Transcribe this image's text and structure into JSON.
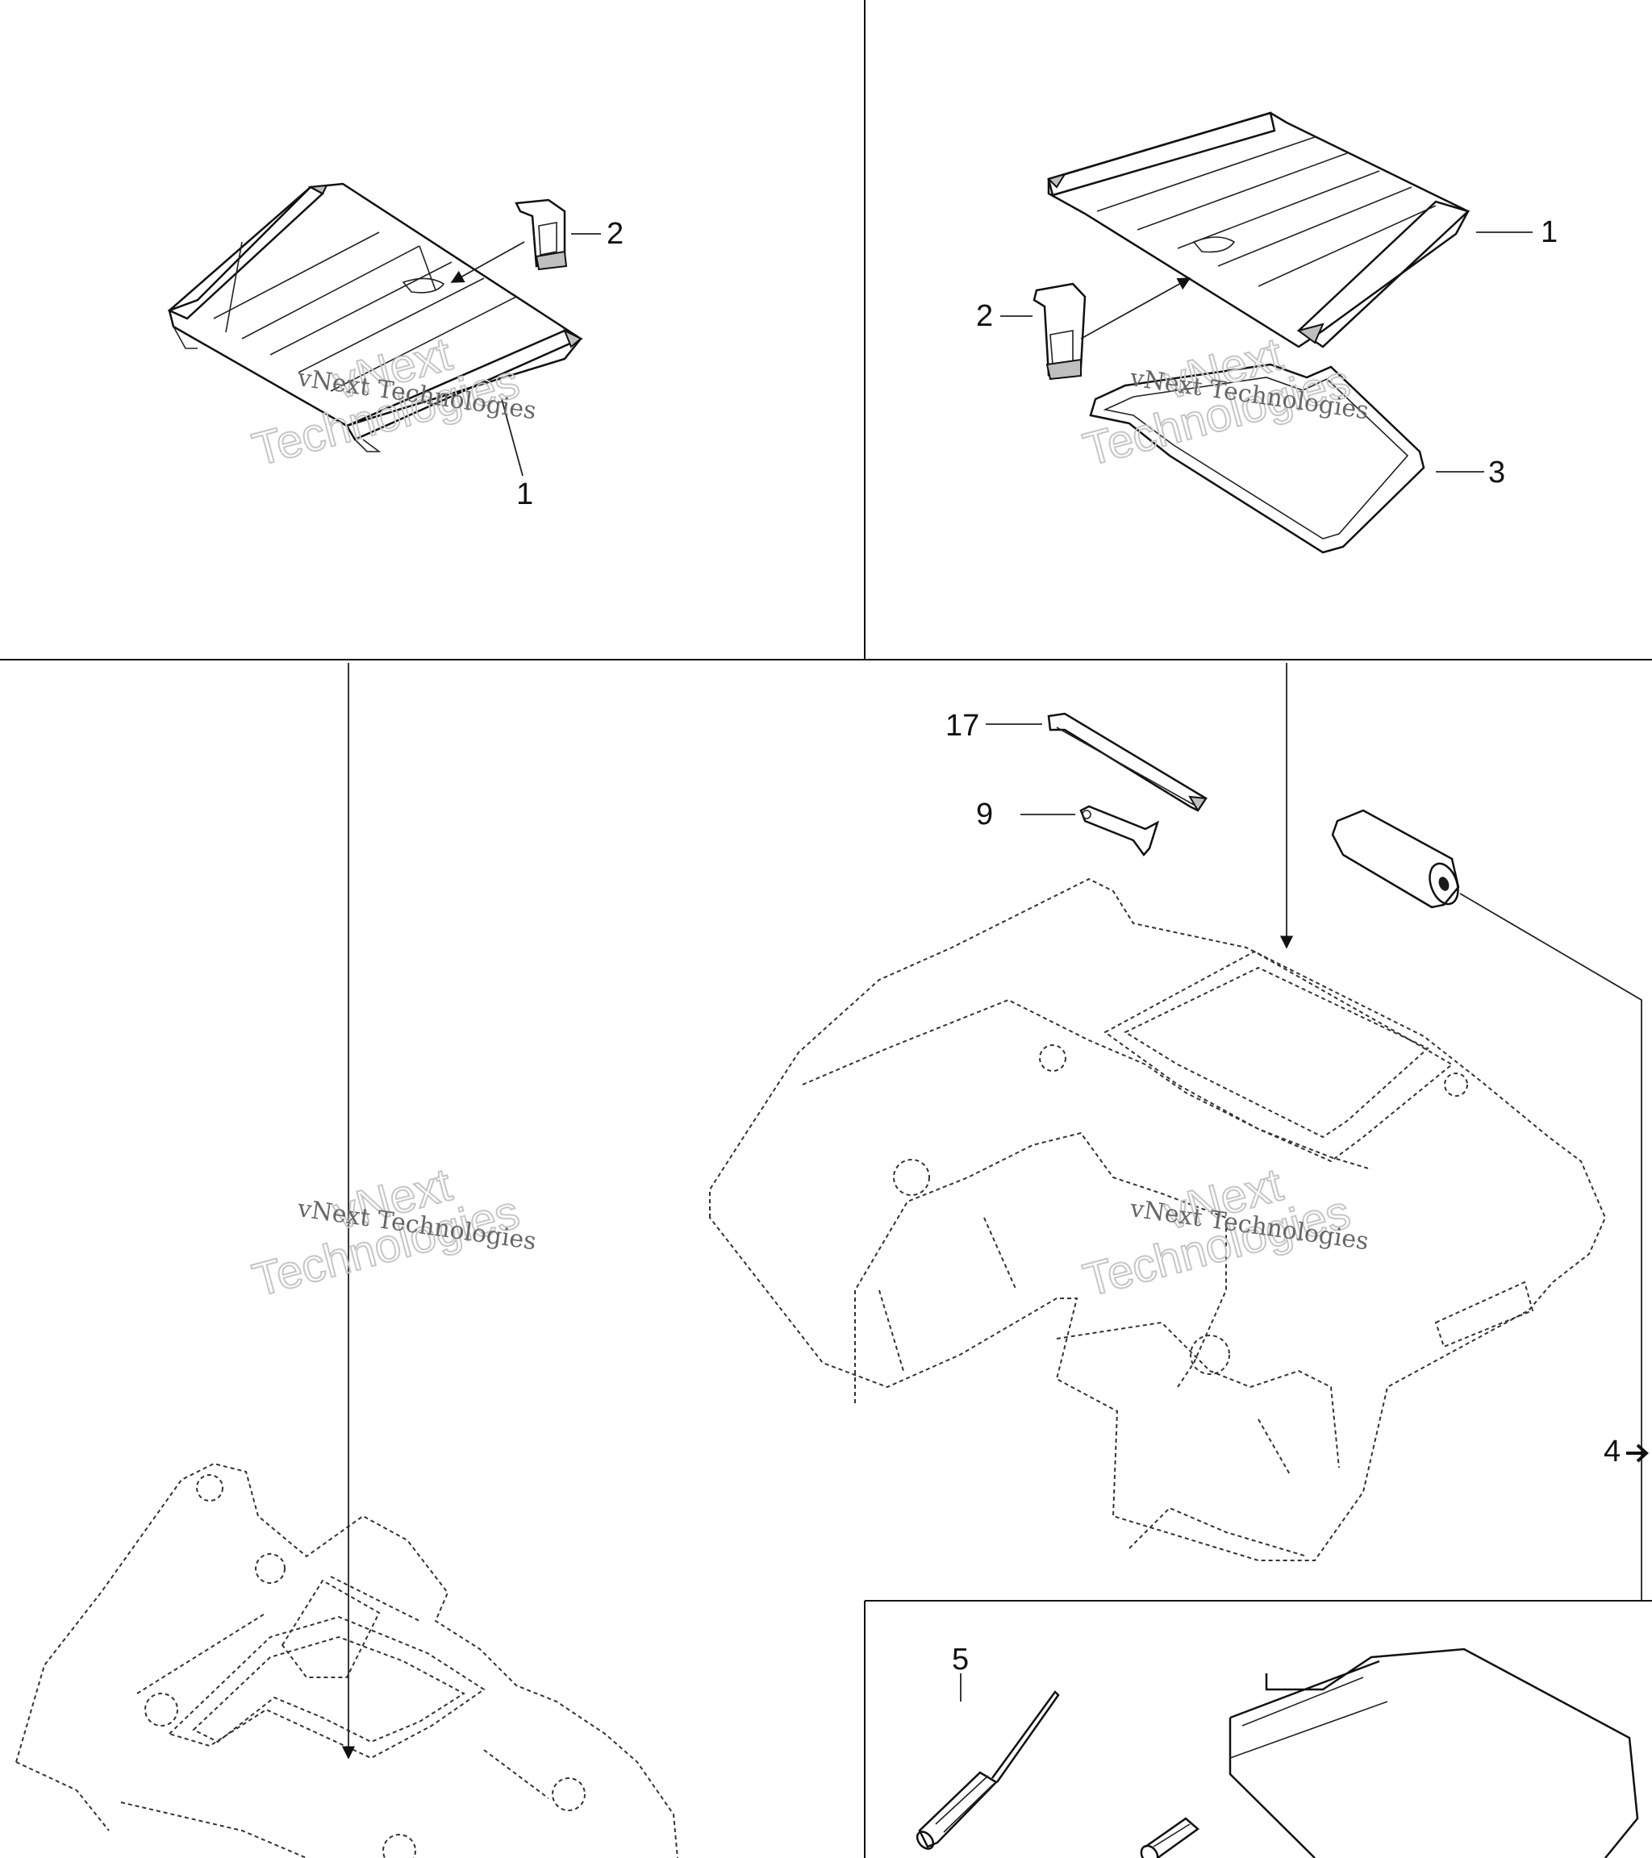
{
  "callouts": {
    "panel1_rack": "1",
    "panel1_bracket": "2",
    "panel2_rack": "1",
    "panel2_bracket": "2",
    "panel2_gasket": "3",
    "panel3_strap": "17",
    "panel3_wrench": "9",
    "panel3_kit": "4",
    "panel4_tool": "5"
  },
  "watermark": {
    "line1": "vNext",
    "line2": "Technologies",
    "serif": "vNext Technologies"
  }
}
